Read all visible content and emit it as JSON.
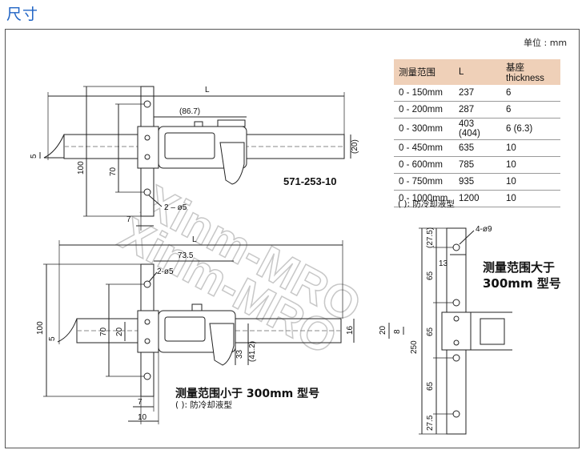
{
  "page_title": "尺寸",
  "unit_label": "单位 : mm",
  "model_number": "571-253-10",
  "watermark": "Xinm-MRO",
  "spec_table": {
    "headers": [
      "测量范围",
      "L",
      "基座 thickness"
    ],
    "rows": [
      [
        "0 - 150mm",
        "237",
        "6"
      ],
      [
        "0 - 200mm",
        "287",
        "6"
      ],
      [
        "0 - 300mm",
        "403 (404)",
        "6 (6.3)"
      ],
      [
        "0 - 450mm",
        "635",
        "10"
      ],
      [
        "0 - 600mm",
        "785",
        "10"
      ],
      [
        "0 - 750mm",
        "935",
        "10"
      ],
      [
        "0 - 1000mm",
        "1200",
        "10"
      ]
    ]
  },
  "notes": {
    "cooling_top": "(  ): 防冷却液型",
    "cooling_bottom": "(  ): 防冷却液型"
  },
  "captions": {
    "large_range": "测量范围大于",
    "large_range_model": "300mm 型号",
    "small_range": "测量范围小于 300mm 型号"
  },
  "top_drawing_dims": {
    "L": "L",
    "d86_7": "(86.7)",
    "d20": "(20)",
    "d5": "5",
    "d100": "100",
    "d70": "70",
    "d7": "7",
    "holes": "2 – ø5"
  },
  "bottom_drawing_dims": {
    "L": "L",
    "d73_5": "73.5",
    "holes": "2-ø5",
    "d100": "100",
    "d70": "70",
    "d20": "20",
    "d5": "5",
    "d16": "16",
    "d33": "33",
    "d41_2": "(41.2)",
    "d7": "7",
    "d10": "10"
  },
  "base_drawing_dims": {
    "holes": "4-ø9",
    "d27_5a": "(27.5)",
    "d13": "13",
    "d65a": "65",
    "d20": "20",
    "d8": "8",
    "d65b": "65",
    "d250": "250",
    "d65c": "65",
    "d27_5b": "27.5"
  }
}
